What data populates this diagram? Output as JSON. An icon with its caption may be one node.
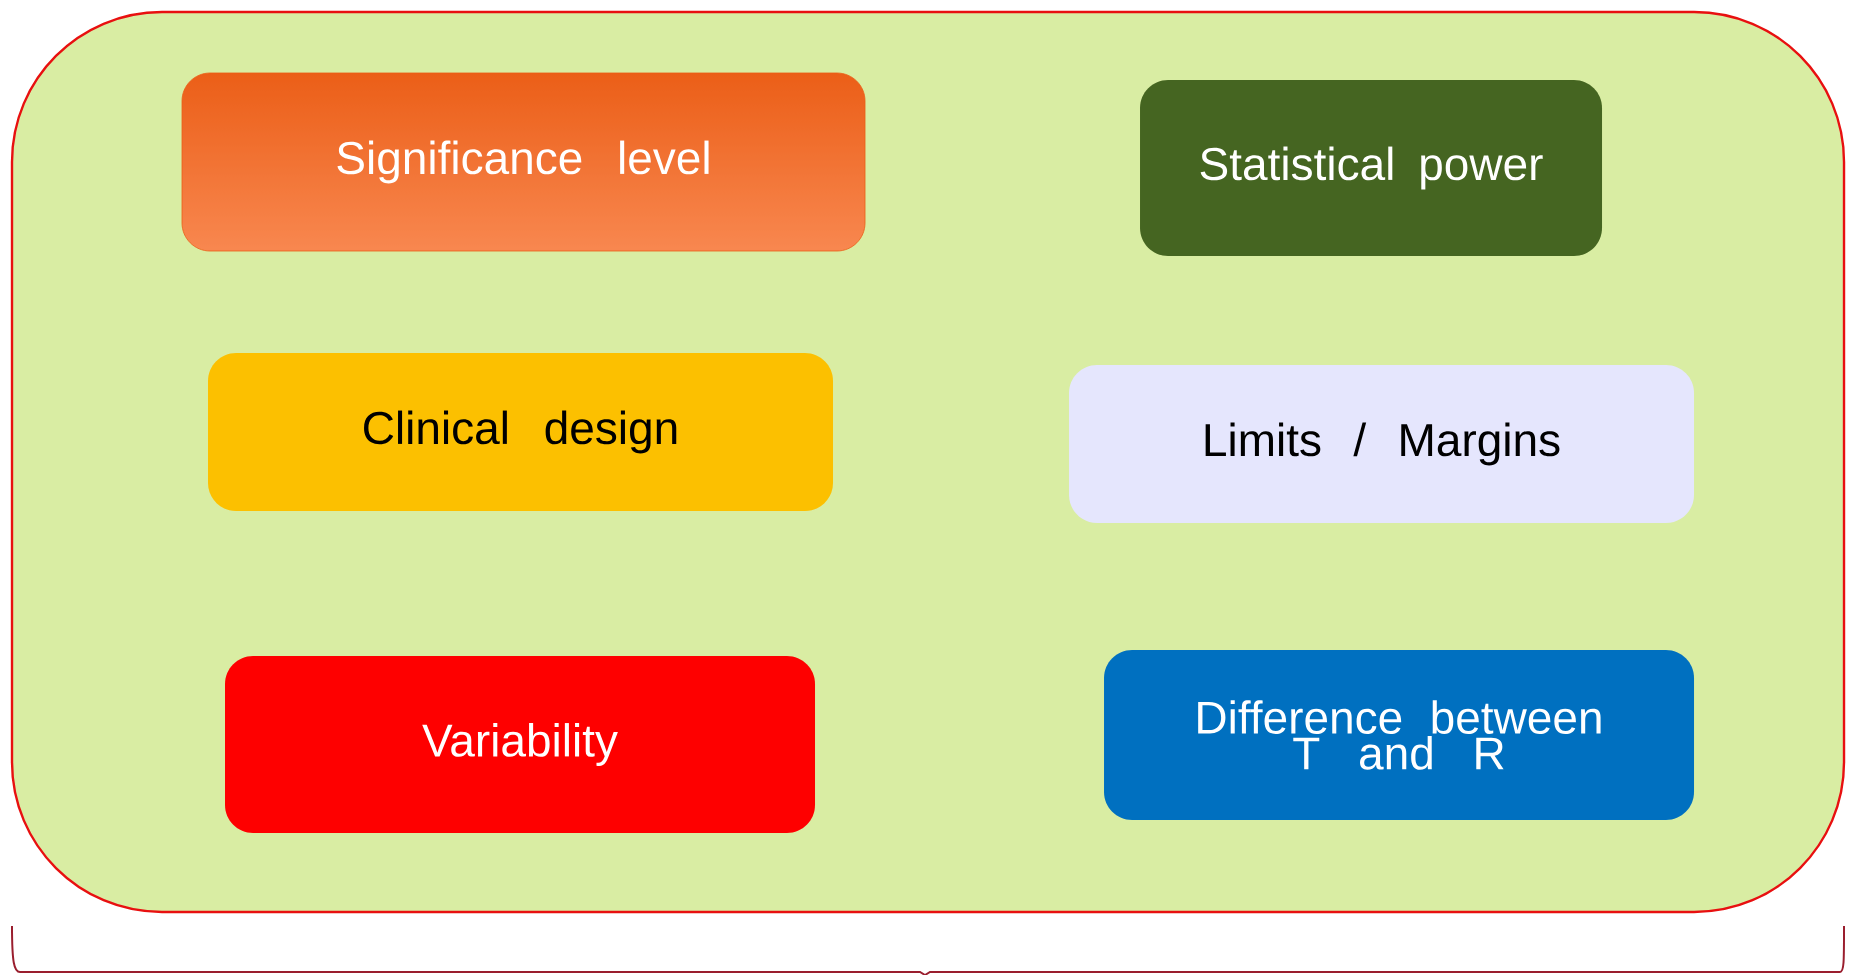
{
  "diagram": {
    "nodes": [
      {
        "text": [],
        "shape": "box"
      },
      {
        "text": [
          "Significance level"
        ],
        "in": 0
      },
      {
        "text": [
          "Statistical power"
        ],
        "in": 0
      },
      {
        "text": [
          "Clinical design"
        ],
        "in": 0
      },
      {
        "text": [
          "Limits / Margins"
        ],
        "in": 0
      },
      {
        "text": [
          "Variability"
        ],
        "in": 0
      },
      {
        "text": [
          "Difference between T and R"
        ],
        "in": 0
      }
    ],
    "edges": []
  }
}
